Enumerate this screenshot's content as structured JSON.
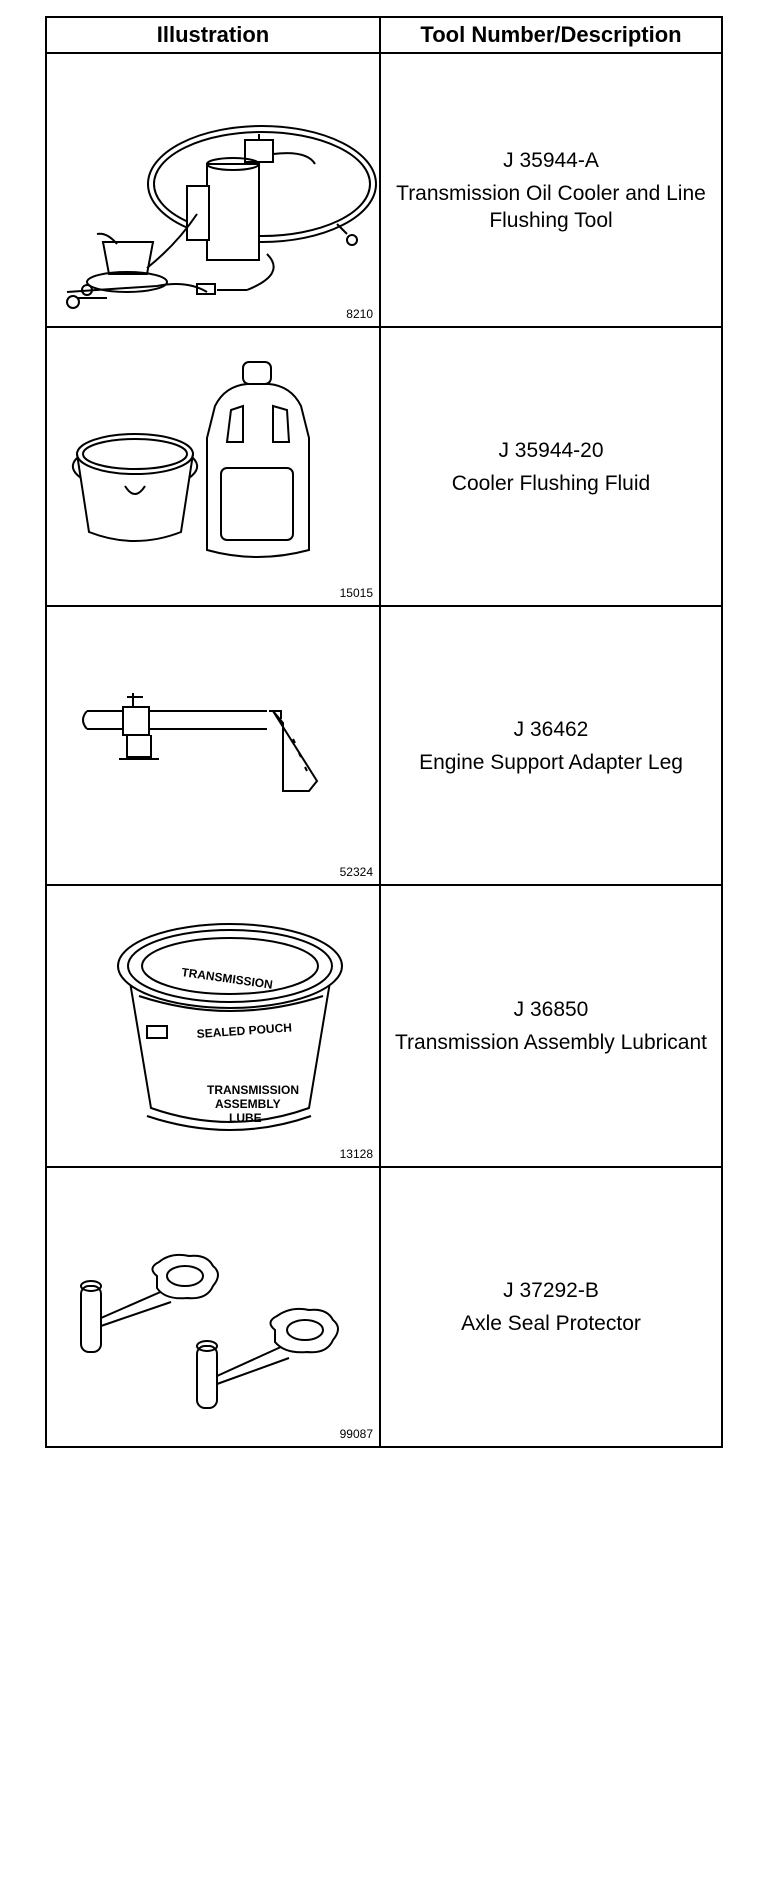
{
  "table": {
    "header": {
      "illustration": "Illustration",
      "tool": "Tool Number/Description"
    },
    "rows": [
      {
        "figure": "8210",
        "tool_number": "J 35944-A",
        "description": "Transmission Oil Cooler and Line Flushing Tool",
        "illustration_icon": "flushing-tool-icon"
      },
      {
        "figure": "15015",
        "tool_number": "J 35944-20",
        "description": "Cooler Flushing Fluid",
        "illustration_icon": "flushing-fluid-icon"
      },
      {
        "figure": "52324",
        "tool_number": "J 36462",
        "description": "Engine Support Adapter Leg",
        "illustration_icon": "adapter-leg-icon"
      },
      {
        "figure": "13128",
        "tool_number": "J 36850",
        "description": "Transmission Assembly Lubricant",
        "illustration_icon": "lubricant-tub-icon",
        "label_text": [
          "SEALED POUCH",
          "TRANSMISSION",
          "ASSEMBLY",
          "LUBE"
        ]
      },
      {
        "figure": "99087",
        "tool_number": "J 37292-B",
        "description": "Axle Seal Protector",
        "illustration_icon": "seal-protector-icon"
      }
    ]
  }
}
